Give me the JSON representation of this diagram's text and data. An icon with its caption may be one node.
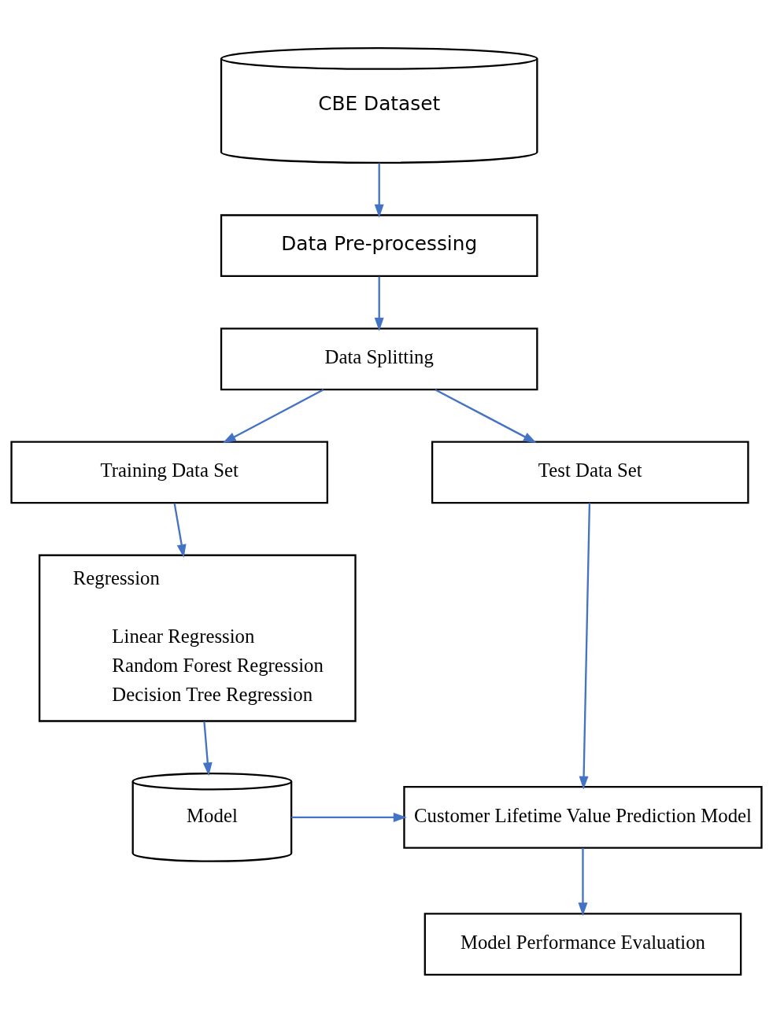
{
  "diagram": {
    "nodes": [
      {
        "text": [
          "CBE Dataset"
        ]
      },
      {
        "text": [
          "Data Pre-processing"
        ]
      },
      {
        "text": [
          "Data Splitting"
        ]
      },
      {
        "text": [
          "Training Data Set"
        ]
      },
      {
        "text": [
          "Test Data Set"
        ]
      },
      {
        "text": [
          "Regression",
          "Linear Regression",
          "Random Forest Regression",
          "Decision Tree Regression"
        ]
      },
      {
        "text": [
          "Model"
        ]
      },
      {
        "text": [
          "Customer Lifetime Value Prediction Model"
        ]
      },
      {
        "text": [
          "Model Performance Evaluation"
        ]
      }
    ],
    "edges": [
      {
        "from": 0,
        "to": 1,
        "arrow": "to"
      },
      {
        "from": 1,
        "to": 2,
        "arrow": "to"
      },
      {
        "from": 2,
        "to": 3,
        "arrow": "to"
      },
      {
        "from": 2,
        "to": 4,
        "arrow": "to"
      },
      {
        "from": 3,
        "to": 5,
        "arrow": "to"
      },
      {
        "from": 5,
        "to": 6,
        "arrow": "to"
      },
      {
        "from": 6,
        "to": 7,
        "arrow": "to"
      },
      {
        "from": 4,
        "to": 7,
        "arrow": "to"
      },
      {
        "from": 7,
        "to": 8,
        "arrow": "to"
      }
    ]
  }
}
